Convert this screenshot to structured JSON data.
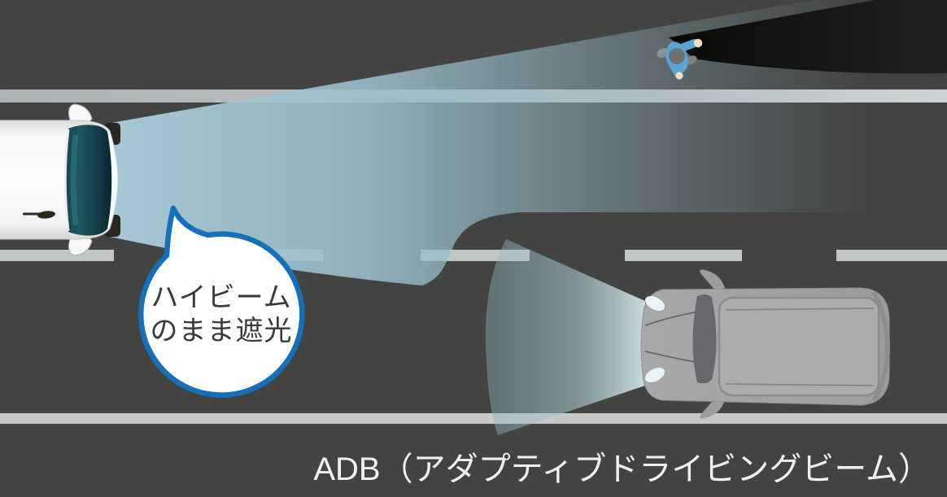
{
  "scene": {
    "caption": "ADB（アダプティブドライビングビーム）",
    "speech_bubble": {
      "line1": "ハイビーム",
      "line2": "のまま遮光"
    }
  },
  "colors": {
    "road": "#434442",
    "center_line_left": "#AFB2B4",
    "center_line_right": "#CDD0D2",
    "lane_dash": "#C3C6C7",
    "road_edge_line": "#C6C9CA",
    "high_beam": "#A7C9D5",
    "oncoming_low_beam": "#D8EAEE",
    "pedestrian_shadow": "#0E0E0C",
    "ego_car_body": "#FDFDFD",
    "ego_windshield": "#1D5560",
    "oncoming_car_body": "#A1A2A4",
    "oncoming_car_roof": "#ABACAE",
    "headlight": "#EAF5F9",
    "pedestrian_jacket": "#5CA4D1",
    "pedestrian_head": "#6F7173",
    "pedestrian_hand": "#F2DCBE",
    "bubble_fill": "#FFFFFF",
    "bubble_border": "#1470BB",
    "bubble_text": "#3B3835",
    "caption_text": "#EFF0F0"
  }
}
